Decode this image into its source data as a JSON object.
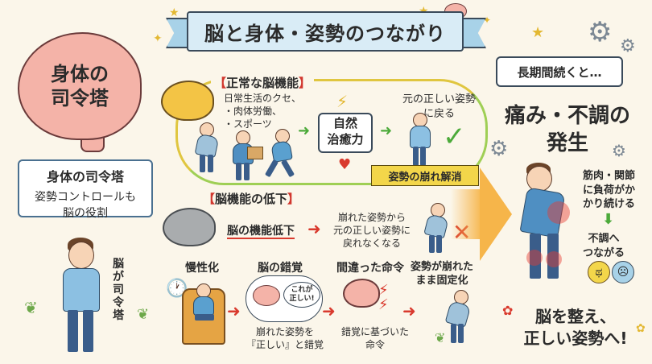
{
  "title": "脳と身体・姿勢のつながり",
  "brain_big_text": "身体の\n司令塔",
  "note_box": {
    "head": "身体の司令塔",
    "line1": "姿勢コントロールも",
    "line2": "脳の役割"
  },
  "brain_commander_vertical": "脳が司令塔",
  "normal": {
    "label": "正常な脳機能",
    "habits": [
      "日常生活のクセ、",
      "・肉体労働、",
      "・スポーツ"
    ],
    "heal": "自然\n治癒力",
    "posture_return": [
      "元の正しい姿勢",
      "に戻る"
    ],
    "resolve_tag": "姿勢の崩れ解消"
  },
  "decline": {
    "label": "脳機能の低下",
    "decline_text": "脳の機能低下",
    "cannot_return": [
      "崩れた姿勢から",
      "元の正しい姿勢に",
      "戻れなくなる"
    ]
  },
  "steps": [
    {
      "label": "慢性化"
    },
    {
      "label": "脳の錯覚",
      "speech": "これが\n正しい!",
      "caption": [
        "崩れた姿勢を",
        "『正しい』と錯覚"
      ]
    },
    {
      "label": "間違った命令",
      "caption": [
        "錯覚に基づいた",
        "命令"
      ]
    },
    {
      "label": "姿勢が崩れた\nまま固定化"
    }
  ],
  "right": {
    "duration": "長期間続くと…",
    "pain_line1": "痛み・不調の",
    "pain_line2": "発生",
    "load_text": [
      "筋肉・関節",
      "に負荷がか",
      "かり続ける"
    ],
    "connect_text": [
      "不調へ",
      "つながる"
    ],
    "message": [
      "脳を整え、",
      "正しい姿勢へ!"
    ]
  },
  "colors": {
    "brain_pink": "#f4b3a8",
    "accent_red": "#d93a2e",
    "accent_green": "#4caa3a",
    "accent_yellow": "#f3d64a",
    "banner_blue": "#d9ecf6"
  }
}
